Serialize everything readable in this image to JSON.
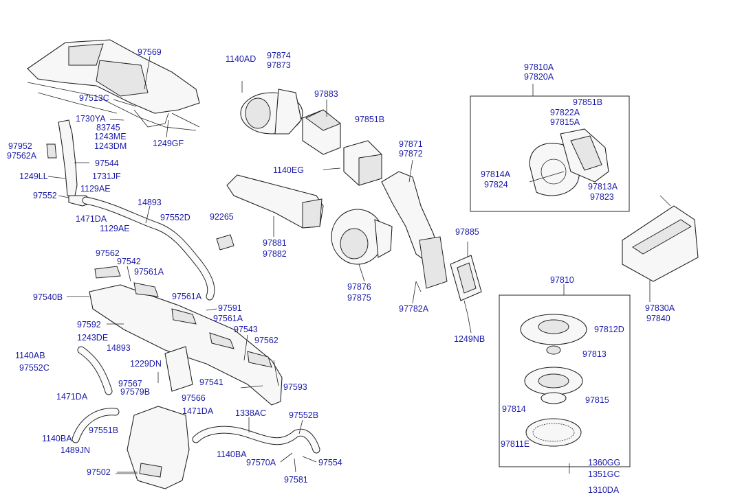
{
  "diagram": {
    "labels": {
      "p97569": "97569",
      "p97513C": "97513C",
      "p1730YA": "1730YA",
      "p83745": "83745",
      "p1243ME": "1243ME",
      "p1243DM": "1243DM",
      "p1249GF": "1249GF",
      "p97952": "97952",
      "p97562A": "97562A",
      "p97544": "97544",
      "p1249LL": "1249LL",
      "p1731JF": "1731JF",
      "p1129AE_a": "1129AE",
      "p97552": "97552",
      "p14893_a": "14893",
      "p1471DA_a": "1471DA",
      "p1129AE_b": "1129AE",
      "p97552D": "97552D",
      "p1140AD": "1140AD",
      "p97874": "97874",
      "p97873": "97873",
      "p97883": "97883",
      "p97851B": "97851B",
      "p1140EG": "1140EG",
      "p97871": "97871",
      "p97872": "97872",
      "p92265": "92265",
      "p97881": "97881",
      "p97882": "97882",
      "p97876": "97876",
      "p97875": "97875",
      "p97885": "97885",
      "p97782A": "97782A",
      "p1249NB": "1249NB",
      "p97810A": "97810A",
      "p97820A": "97820A",
      "p97851B_b": "97851B",
      "p97822A": "97822A",
      "p97815A": "97815A",
      "p97814A": "97814A",
      "p97824": "97824",
      "p97813A": "97813A",
      "p97823": "97823",
      "p97830A": "97830A",
      "p97840": "97840",
      "p97810": "97810",
      "p97812D": "97812D",
      "p97813": "97813",
      "p97815": "97815",
      "p97814": "97814",
      "p97811E": "97811E",
      "p1360GG": "1360GG",
      "p1351GC": "1351GC",
      "p1310DA": "1310DA",
      "p97562_a": "97562",
      "p97542": "97542",
      "p97561A_a": "97561A",
      "p97540B": "97540B",
      "p97561A_b": "97561A",
      "p97591": "97591",
      "p97561A_c": "97561A",
      "p97592": "97592",
      "p97543": "97543",
      "p1243DE": "1243DE",
      "p97562_b": "97562",
      "p14893_b": "14893",
      "p1140AB": "1140AB",
      "p97552C": "97552C",
      "p1229DN": "1229DN",
      "p97567": "97567",
      "p97579B": "97579B",
      "p97541": "97541",
      "p97593": "97593",
      "p97566": "97566",
      "p1471DA_b": "1471DA",
      "p1471DA_c": "1471DA",
      "p1338AC": "1338AC",
      "p97552B": "97552B",
      "p97551B": "97551B",
      "p1140BA_a": "1140BA",
      "p1489JN": "1489JN",
      "p1140BA_b": "1140BA",
      "p97570A": "97570A",
      "p97554": "97554",
      "p97502": "97502",
      "p97581": "97581"
    }
  }
}
